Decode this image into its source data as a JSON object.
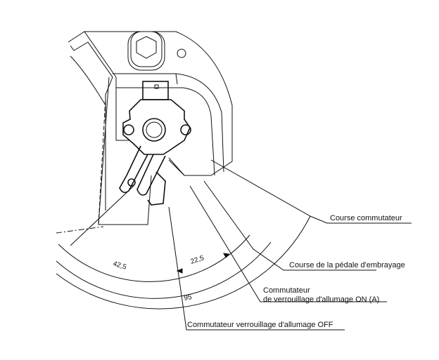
{
  "labels": {
    "course_commutateur": "Course commutateur",
    "course_pedale": "Course de la pédale d'embrayage",
    "on_line1": "Commutateur",
    "on_line2": "de verrouillage d'allumage ON (A)",
    "off": "Commutateur verrouillage d'allumage OFF"
  },
  "dimensions": {
    "d1": "42,5",
    "d2": "22,5",
    "d3": "95"
  },
  "colors": {
    "line": "#111111",
    "background": "#ffffff"
  }
}
